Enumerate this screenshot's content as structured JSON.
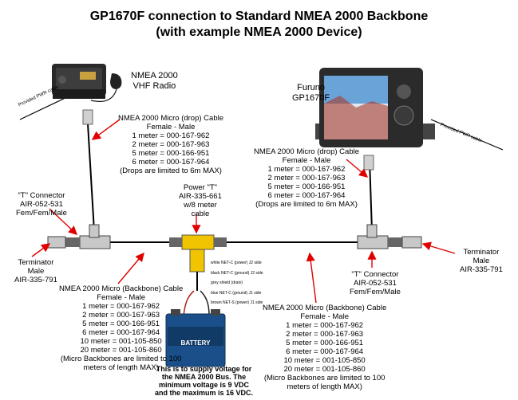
{
  "title_line1": "GP1670F connection to Standard NMEA 2000 Backbone",
  "title_line2": "(with example NMEA 2000 Device)",
  "radio": {
    "label_line1": "NMEA 2000",
    "label_line2": "VHF Radio",
    "pwr_cable": "Provided PWR cable"
  },
  "furuno": {
    "label_line1": "Furuno",
    "label_line2": "GP1670F",
    "pwr_cable": "Provided PWR cable"
  },
  "drop_left": {
    "lines": [
      "NMEA 2000 Micro (drop) Cable",
      "Female - Male",
      "1 meter = 000-167-962",
      "2 meter = 000-167-963",
      "5 meter = 000-166-951",
      "6 meter = 000-167-964",
      "(Drops are limited to 6m MAX)"
    ]
  },
  "drop_right": {
    "lines": [
      "NMEA 2000 Micro (drop) Cable",
      "Female - Male",
      "1 meter = 000-167-962",
      "2 meter = 000-167-963",
      "5 meter = 000-166-951",
      "6 meter = 000-167-964",
      "(Drops are limited to 6m MAX)"
    ]
  },
  "t_left": {
    "lines": [
      "\"T\" Connector",
      "AIR-052-531",
      "Fem/Fem/Male"
    ]
  },
  "t_right": {
    "lines": [
      "\"T\" Connector",
      "AIR-052-531",
      "Fem/Fem/Male"
    ]
  },
  "power_t": {
    "lines": [
      "Power \"T\"",
      "AIR-335-661",
      "w/8 meter",
      "cable"
    ]
  },
  "term_left": {
    "lines": [
      "Terminator",
      "Male",
      "AIR-335-791"
    ]
  },
  "term_right": {
    "lines": [
      "Terminator",
      "Male",
      "AIR-335-791"
    ]
  },
  "backbone_left": {
    "lines": [
      "NMEA 2000 Micro (Backbone) Cable",
      "Female - Male",
      "1 meter = 000-167-962",
      "2 meter = 000-167-963",
      "5 meter = 000-166-951",
      "6 meter = 000-167-964",
      "10 meter = 001-105-850",
      "20 meter = 001-105-860",
      "(Micro Backbones are limited to 100",
      "meters of length MAX)"
    ]
  },
  "backbone_right": {
    "lines": [
      "NMEA 2000 Micro (Backbone) Cable",
      "Female - Male",
      "1 meter = 000-167-962",
      "2 meter = 000-167-963",
      "5 meter = 000-166-951",
      "6 meter = 000-167-964",
      "10 meter = 001-105-850",
      "20 meter = 001-105-860",
      "(Micro Backbones are limited to 100",
      "meters of length MAX)"
    ]
  },
  "wires": [
    "white NET-C (power) J2 side",
    "black NET-C (ground) J2 side",
    "grey shield (drain)",
    "blue NET-C (ground) J1 side",
    "brown NET-S (power) J1 side"
  ],
  "battery": {
    "label": "BATTERY"
  },
  "supply_note": {
    "lines": [
      "This is to supply voltage for",
      "the NMEA 2000 Bus.  The",
      "minimum voltage is 9 VDC",
      "and the maximum is 16 VDC."
    ]
  },
  "colors": {
    "arrow": "#e00000",
    "cable": "#000000",
    "connector": "#c8c8c8",
    "power_t": "#f0c400",
    "battery": "#1a4f8a"
  }
}
